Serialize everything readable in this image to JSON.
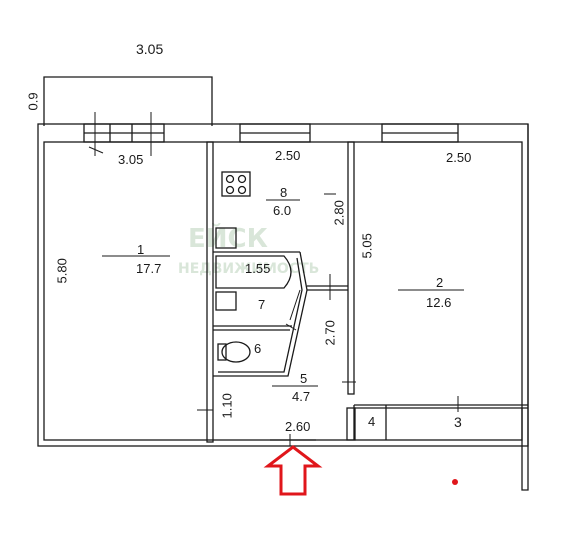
{
  "dimensions": {
    "balcony_width": "3.05",
    "balcony_depth": "0.9",
    "room1_top": "3.05",
    "room1_side": "5.80",
    "kitchen_top": "2.50",
    "kitchen_side": "2.80",
    "room2_top": "2.50",
    "room2_side": "5.05",
    "bath_width": "1.55",
    "hall_side": "2.70",
    "hall_bottom": "2.60",
    "hall_left": "1.10"
  },
  "rooms": [
    {
      "number": "1",
      "area": "17.7"
    },
    {
      "number": "2",
      "area": "12.6"
    },
    {
      "number": "3",
      "area": ""
    },
    {
      "number": "4",
      "area": ""
    },
    {
      "number": "5",
      "area": "4.7"
    },
    {
      "number": "6",
      "area": ""
    },
    {
      "number": "7",
      "area": ""
    },
    {
      "number": "8",
      "area": "6.0"
    }
  ],
  "watermark": {
    "line1": "ЕЙСК",
    "line2": "НЕДВИЖИМОСТЬ"
  },
  "colors": {
    "walls": "#1a1a1a",
    "entrance_arrow": "#e0161b",
    "marker_dot": "#e0161b",
    "watermark": "#d9e6d9"
  }
}
